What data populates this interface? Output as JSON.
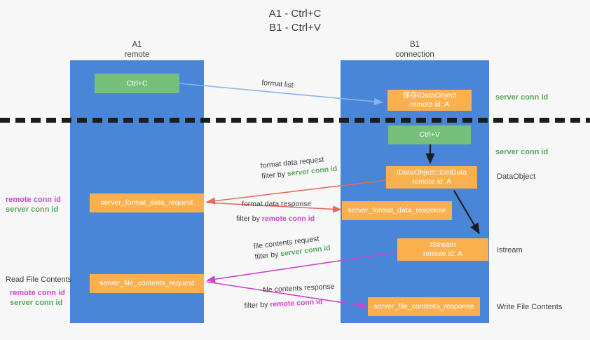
{
  "title": "A1 - Ctrl+C\nB1 - Ctrl+V",
  "lanes": {
    "left": {
      "name": "A1",
      "role": "remote",
      "header": "A1\nremote"
    },
    "right": {
      "name": "B1",
      "role": "connection",
      "header": "B1\nconnection"
    }
  },
  "colors": {
    "lane": "#4a86d8",
    "green_box": "#76c07a",
    "orange_box": "#fbb04e",
    "background": "#f7f7f7",
    "server_conn_id": "#5aa75f",
    "remote_conn_id": "#cc44cc",
    "arrow_blue": "#8ab4e8",
    "arrow_red": "#e8685a",
    "arrow_magenta": "#cc44cc",
    "arrow_black": "#1c1c1c",
    "divider": "#1c1c1c"
  },
  "boxes": {
    "ctrl_c": "Ctrl+C",
    "ctrl_v": "Ctrl+V",
    "save_idataobject": "保存IDataObject\nremote id: A",
    "idataobject_getdata": "IDataObject::GetData\nremote id: A",
    "istream": "IStream\nremote id: A",
    "server_format_data_request": "server_format_data_request",
    "server_format_data_response": "server_format_data_response",
    "server_file_contents_request": "server_file_contents_request",
    "server_file_contents_response": "server_file_contents_response"
  },
  "edge_labels": {
    "format_list": "format list",
    "format_data_request": {
      "line1": "format data request",
      "prefix": "filter by ",
      "keyword": "server conn id"
    },
    "format_data_response": {
      "line1": "format data response",
      "prefix": "filter by ",
      "keyword": "remote conn id"
    },
    "file_contents_request": {
      "line1": "file contents request",
      "prefix": "filter by ",
      "keyword": "server conn id"
    },
    "file_contents_response": {
      "line1": "file contents response",
      "prefix": "filter by ",
      "keyword": "remote conn id"
    }
  },
  "right_labels": {
    "server_conn_id_top": "server conn id",
    "server_conn_id_mid": "server conn id",
    "dataobject": "DataObject",
    "istream": "Istream",
    "write_file_contents": "Write File Contents"
  },
  "left_labels": {
    "conn_ids_upper": {
      "remote": "remote conn id",
      "server": "server conn id"
    },
    "read_file_contents": "Read File Contents",
    "conn_ids_lower": {
      "remote": "remote conn id",
      "server": "server conn id"
    }
  }
}
